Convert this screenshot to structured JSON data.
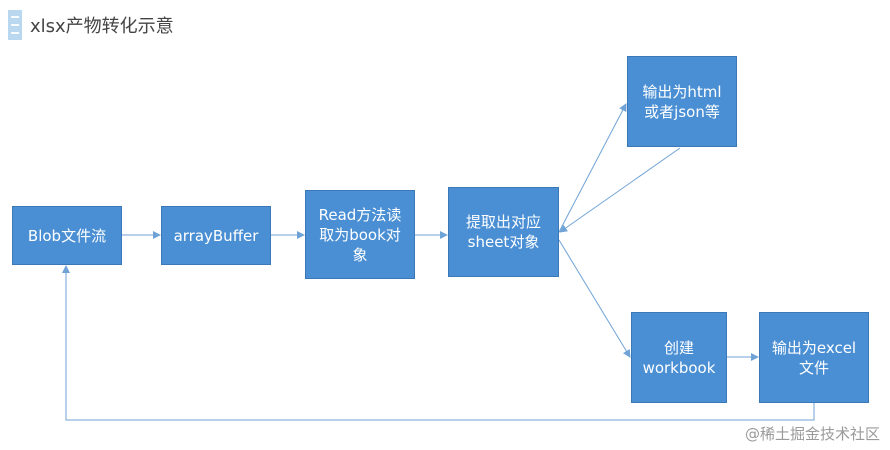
{
  "title": "xlsx产物转化示意",
  "nodes": {
    "blob": "Blob文件流",
    "arraybuffer": "arrayBuffer",
    "read": "Read方法读\n取为book对\n象",
    "extract": "提取出对应\nsheet对象",
    "output_html": "输出为html\n或者json等",
    "create_wb": "创建\nworkbook",
    "output_excel": "输出为excel\n文件"
  },
  "watermark": "@稀土掘金技术社区",
  "colors": {
    "node_fill": "#4a8fd4",
    "arrow": "#6fa3d6"
  }
}
